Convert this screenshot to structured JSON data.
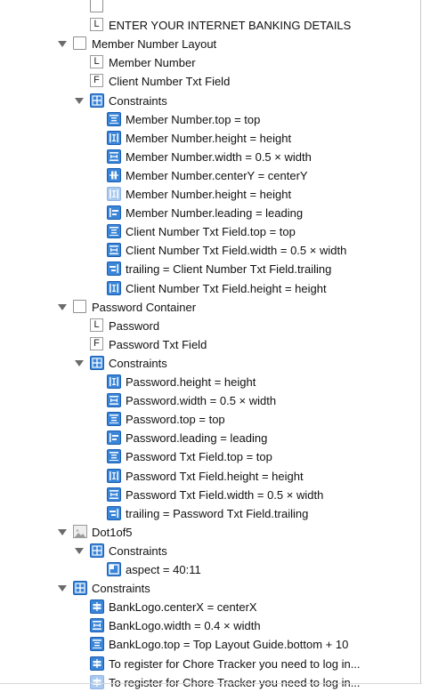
{
  "tree": {
    "rows": [
      {
        "depth": 1,
        "icon": "box-icon",
        "text": "",
        "clipped": true
      },
      {
        "depth": 1,
        "icon": "label-icon",
        "text": "ENTER YOUR INTERNET BANKING DETAILS"
      },
      {
        "depth": 0,
        "icon": "view-icon",
        "text": "Member Number Layout",
        "expanded": true
      },
      {
        "depth": 1,
        "icon": "label-icon",
        "text": "Member Number"
      },
      {
        "depth": 1,
        "icon": "textfield-icon",
        "text": "Client Number Txt Field"
      },
      {
        "depth": 1,
        "icon": "constraints-icon",
        "text": "Constraints",
        "expanded": true
      },
      {
        "depth": 2,
        "icon": "constraint-top-icon",
        "text": "Member Number.top = top"
      },
      {
        "depth": 2,
        "icon": "constraint-height-icon",
        "text": "Member Number.height = height"
      },
      {
        "depth": 2,
        "icon": "constraint-width-icon",
        "text": "Member Number.width = 0.5 × width"
      },
      {
        "depth": 2,
        "icon": "constraint-centery-icon",
        "text": "Member Number.centerY = centerY"
      },
      {
        "depth": 2,
        "icon": "constraint-height-icon",
        "text": "Member Number.height = height",
        "faded": true
      },
      {
        "depth": 2,
        "icon": "constraint-leading-icon",
        "text": "Member Number.leading = leading"
      },
      {
        "depth": 2,
        "icon": "constraint-top-icon",
        "text": "Client Number Txt Field.top = top"
      },
      {
        "depth": 2,
        "icon": "constraint-width-icon",
        "text": "Client Number Txt Field.width = 0.5 × width"
      },
      {
        "depth": 2,
        "icon": "constraint-trailing-icon",
        "text": "trailing = Client Number Txt Field.trailing"
      },
      {
        "depth": 2,
        "icon": "constraint-height-icon",
        "text": "Client Number Txt Field.height = height"
      },
      {
        "depth": 0,
        "icon": "view-icon",
        "text": "Password Container",
        "expanded": true
      },
      {
        "depth": 1,
        "icon": "label-icon",
        "text": "Password"
      },
      {
        "depth": 1,
        "icon": "textfield-icon",
        "text": "Password Txt Field"
      },
      {
        "depth": 1,
        "icon": "constraints-icon",
        "text": "Constraints",
        "expanded": true
      },
      {
        "depth": 2,
        "icon": "constraint-height-icon",
        "text": "Password.height = height"
      },
      {
        "depth": 2,
        "icon": "constraint-width-icon",
        "text": "Password.width = 0.5 × width"
      },
      {
        "depth": 2,
        "icon": "constraint-top-icon",
        "text": "Password.top = top"
      },
      {
        "depth": 2,
        "icon": "constraint-leading-icon",
        "text": "Password.leading = leading"
      },
      {
        "depth": 2,
        "icon": "constraint-top-icon",
        "text": "Password Txt Field.top = top"
      },
      {
        "depth": 2,
        "icon": "constraint-height-icon",
        "text": "Password Txt Field.height = height"
      },
      {
        "depth": 2,
        "icon": "constraint-width-icon",
        "text": "Password Txt Field.width = 0.5 × width"
      },
      {
        "depth": 2,
        "icon": "constraint-trailing-icon",
        "text": "trailing = Password Txt Field.trailing"
      },
      {
        "depth": 0,
        "icon": "imageview-icon",
        "text": "Dot1of5",
        "expanded": true
      },
      {
        "depth": 1,
        "icon": "constraints-icon",
        "text": "Constraints",
        "expanded": true
      },
      {
        "depth": 2,
        "icon": "constraint-aspect-icon",
        "text": "aspect = 40:11"
      },
      {
        "depth": 0,
        "icon": "constraints-icon",
        "text": "Constraints",
        "expanded": true
      },
      {
        "depth": 1,
        "icon": "constraint-centerx-icon",
        "text": "BankLogo.centerX = centerX"
      },
      {
        "depth": 1,
        "icon": "constraint-width-icon",
        "text": "BankLogo.width = 0.4 × width"
      },
      {
        "depth": 1,
        "icon": "constraint-top-icon",
        "text": "BankLogo.top = Top Layout Guide.bottom + 10"
      },
      {
        "depth": 1,
        "icon": "constraint-centerx-icon",
        "text": "To register for Chore Tracker  you need to log in..."
      },
      {
        "depth": 1,
        "icon": "constraint-centerx-icon",
        "text": "To register for Chore Tracker  you need to log in...",
        "faded": true
      }
    ]
  },
  "colors": {
    "constraint_blue": "#3a85d8",
    "constraint_faded": "#a9c9ee",
    "disclosure_gray": "#6b6b6b",
    "text": "#111111"
  }
}
